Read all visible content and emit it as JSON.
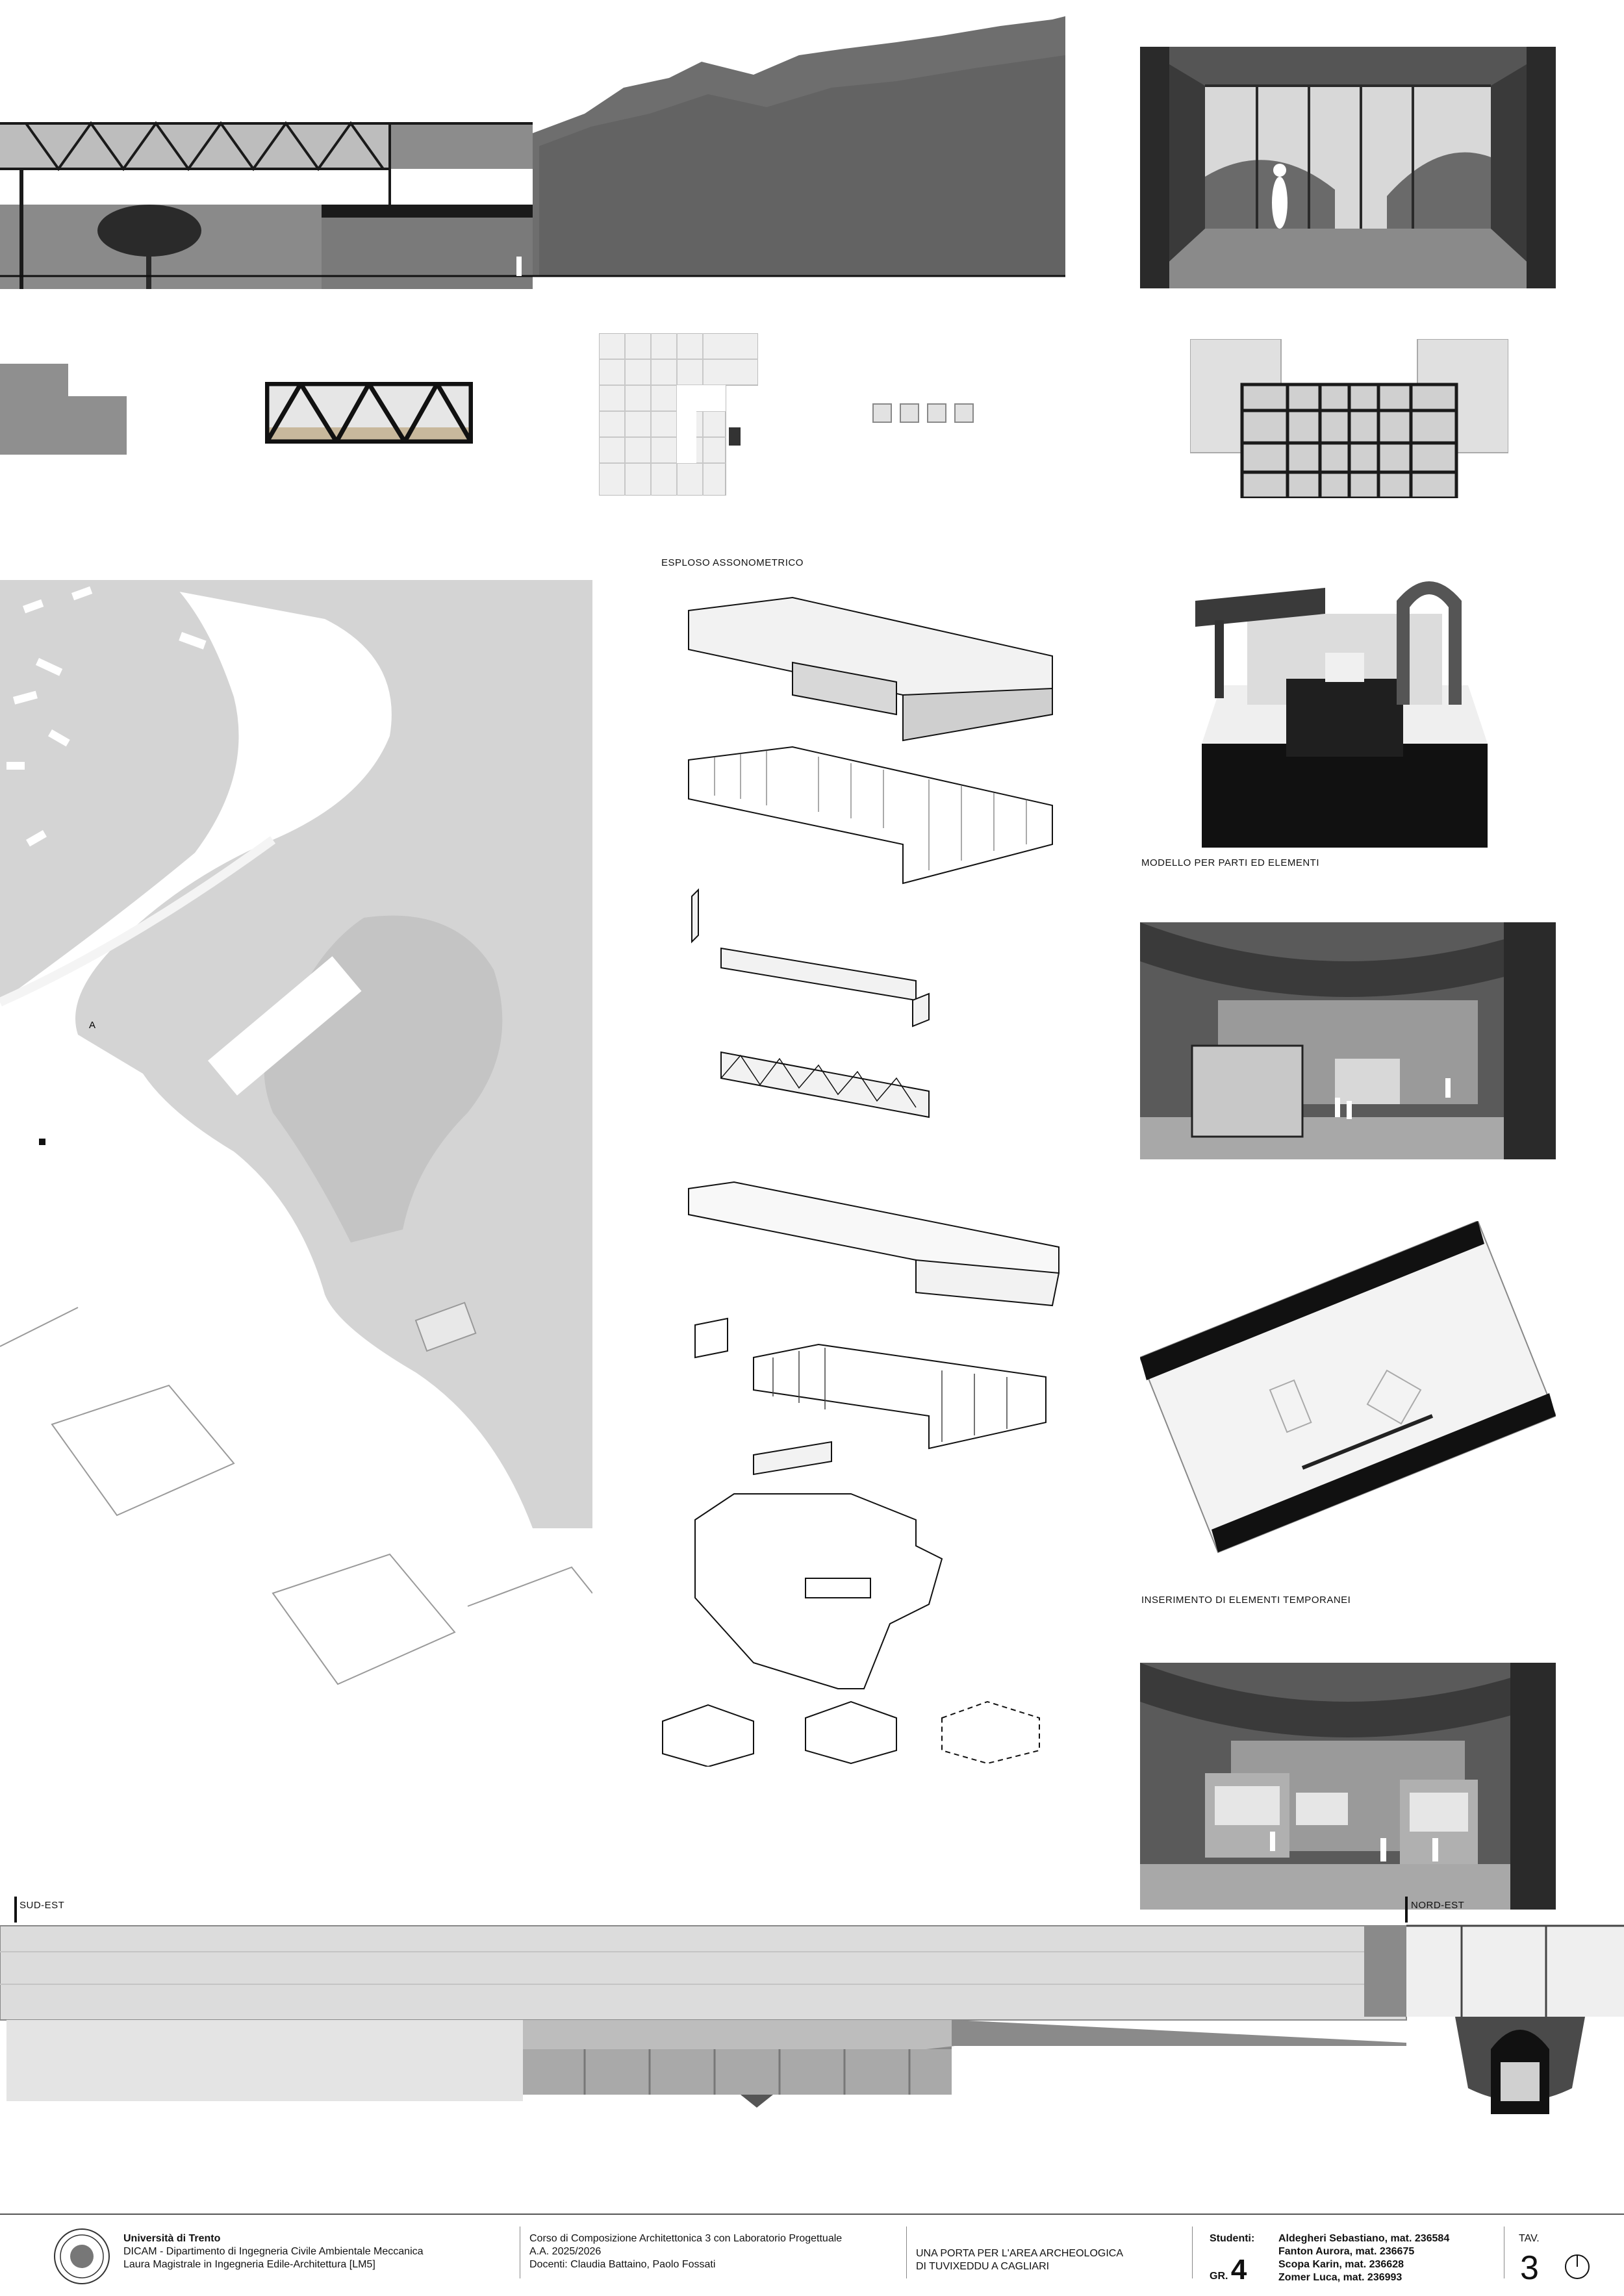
{
  "captions": {
    "exploded": "ESPLOSO ASSONOMETRICO",
    "model": "MODELLO PER PARTI ED ELEMENTI",
    "temporary": "INSERIMENTO DI ELEMENTI TEMPORANEI",
    "section_left": "SUD-EST",
    "section_right": "NORD-EST",
    "site_label": "A"
  },
  "footer": {
    "university": "Università di Trento",
    "department": "DICAM - Dipartimento di Ingegneria Civile Ambientale Meccanica",
    "degree": "Laura Magistrale in Ingegneria Edile-Architettura [LM5]",
    "course": "Corso di Composizione Architettonica 3 con Laboratorio Progettuale",
    "year": "A.A. 2025/2026",
    "teachers": "Docenti: Claudia Battaino, Paolo Fossati",
    "project_line1": "UNA PORTA PER L'AREA ARCHEOLOGICA",
    "project_line2": "DI TUVIXEDDU A CAGLIARI",
    "students_label": "Studenti:",
    "group_label": "GR.",
    "group_number": "4",
    "students": [
      "Aldegheri Sebastiano, mat. 236584",
      "Fanton Aurora, mat. 236675",
      "Scopa Karin, mat. 236628",
      "Zomer Luca, mat. 236993"
    ],
    "sheet_label": "TAV.",
    "sheet_number": "3"
  },
  "colors": {
    "dark": "#1a1a1a",
    "rock": "#6e6e6e",
    "site_gray": "#d4d4d4",
    "glass": "#dcdcdc"
  }
}
